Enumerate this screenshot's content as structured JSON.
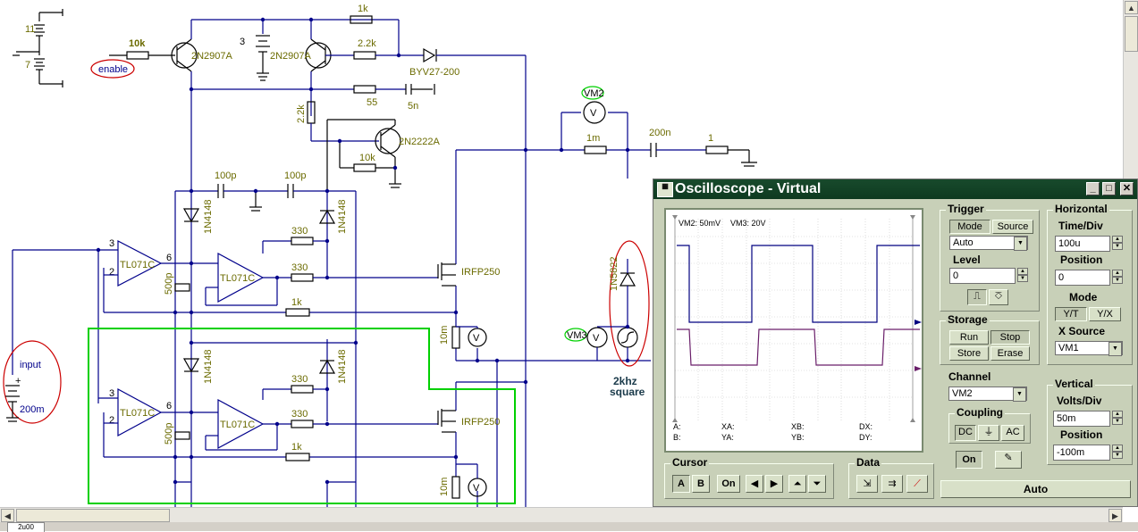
{
  "schematic": {
    "labels": {
      "v11": "11",
      "v7": "7",
      "r10k_enable": "10k",
      "enable": "enable",
      "q1": "2N2907A",
      "v3": "3",
      "q2": "2N2907A",
      "r1k_top": "1k",
      "r2k2_top": "2.2k",
      "diode_byv": "BYV27-200",
      "r55": "55",
      "c5n": "5n",
      "r2k2_v": "2.2k",
      "q3": "2N2222A",
      "r10k_q3": "10k",
      "c100p_a": "100p",
      "c100p_b": "100p",
      "d1n4148_a": "1N4148",
      "d1n4148_b": "1N4148",
      "op1": "TL071C",
      "op2": "TL071C",
      "r330_a": "330",
      "r330_b": "330",
      "c500p_a": "500p",
      "r1k_a": "1k",
      "mos1": "IRFP250",
      "r10m_a": "10m",
      "vm2": "VM2",
      "r1m": "1m",
      "c200n": "200n",
      "r1": "1",
      "zener": "1N5822",
      "vm3": "VM3",
      "note_freq": "2khz",
      "note_shape": "square",
      "input": "input",
      "v200m": "200m",
      "d1n4148_c": "1N4148",
      "d1n4148_d": "1N4148",
      "op3": "TL071C",
      "op4": "TL071C",
      "r330_c": "330",
      "r330_d": "330",
      "c500p_b": "500p",
      "r1k_b": "1k",
      "mos2": "IRFP250",
      "r10m_b": "10m",
      "pin3": "3",
      "pin2": "2",
      "pin6": "6"
    },
    "colors": {
      "wire": "#00008b",
      "highlight": "#00d000",
      "annotation": "#cc0000",
      "label": "#6b6b00"
    }
  },
  "oscilloscope": {
    "title": "Oscilloscope - Virtual",
    "readout_header": {
      "vm2": "VM2: 50mV",
      "vm3": "VM3: 20V"
    },
    "readout": {
      "a": "A:",
      "b": "B:",
      "xa": "XA:",
      "ya": "YA:",
      "xb": "XB:",
      "yb": "YB:",
      "dx": "DX:",
      "dy": "DY:"
    },
    "trigger": {
      "title": "Trigger",
      "mode_btn": "Mode",
      "source_btn": "Source",
      "mode_value": "Auto",
      "level_label": "Level",
      "level_value": "0"
    },
    "horizontal": {
      "title": "Horizontal",
      "time_label": "Time/Div",
      "time_value": "100u",
      "position_label": "Position",
      "position_value": "0",
      "mode_label": "Mode",
      "yt": "Y/T",
      "yx": "Y/X",
      "xsource_label": "X Source",
      "xsource_value": "VM1"
    },
    "storage": {
      "title": "Storage",
      "run": "Run",
      "stop": "Stop",
      "store": "Store",
      "erase": "Erase"
    },
    "channel": {
      "title": "Channel",
      "value": "VM2",
      "coupling_title": "Coupling",
      "dc": "DC",
      "gnd": "⏚",
      "ac": "AC",
      "on": "On"
    },
    "vertical": {
      "title": "Vertical",
      "volts_label": "Volts/Div",
      "volts_value": "50m",
      "position_label": "Position",
      "position_value": "-100m"
    },
    "cursor": {
      "title": "Cursor",
      "a": "A",
      "b": "B",
      "on": "On"
    },
    "data": {
      "title": "Data"
    },
    "auto": "Auto",
    "colors": {
      "trace_vm2": "#000080",
      "trace_vm3": "#6a1f6a",
      "titlebar": "#184a2c",
      "panel": "#c8d0b8"
    }
  },
  "tabs": {
    "active": "2u00"
  }
}
